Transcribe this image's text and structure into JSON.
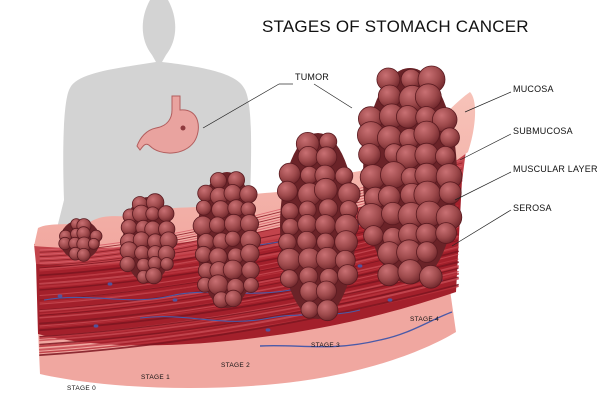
{
  "title": "STAGES OF STOMACH CANCER",
  "labels": {
    "tumor": "TUMOR",
    "mucosa": "MUCOSA",
    "submucosa": "SUBMUCOSA",
    "muscular": "MUSCULAR LAYER",
    "serosa": "SEROSA"
  },
  "stages": [
    "STAGE 0",
    "STAGE 1",
    "STAGE 2",
    "STAGE 3",
    "STAGE 4"
  ],
  "colors": {
    "silhouette": "#d3d3d3",
    "stomach": "#e9a39f",
    "tumor": "#9e4a4c",
    "tumor_dark": "#6b2328",
    "mucosa": "#f6bfb5",
    "submucosa": "#c2434b",
    "muscle": "#a3202b",
    "muscle_light": "#c74a52",
    "serosa": "#f0a7a0",
    "vessel": "#4a5aa8"
  }
}
